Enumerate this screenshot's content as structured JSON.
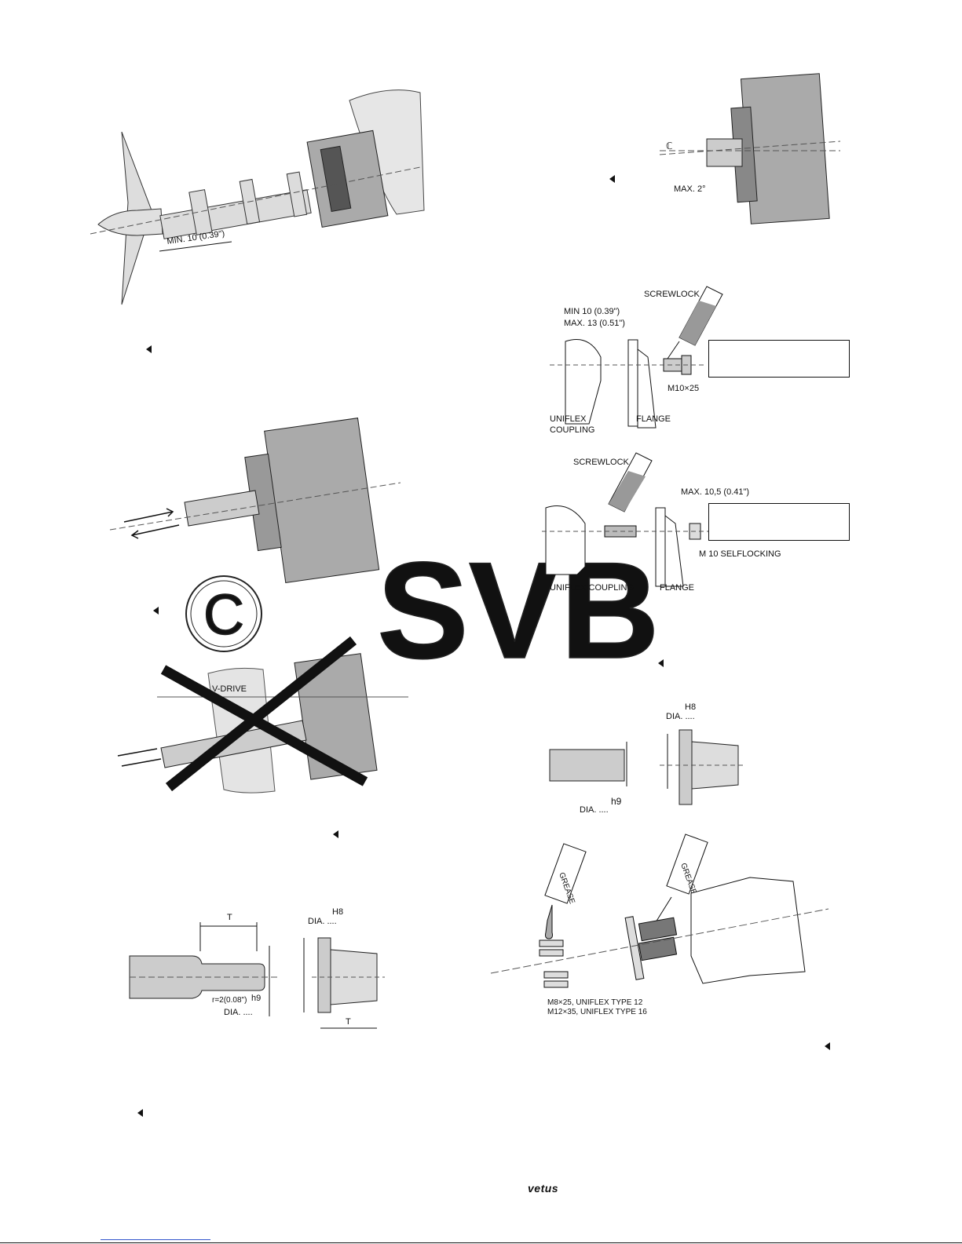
{
  "fig1": {
    "min_dim": "MIN. 10 (0.39\")"
  },
  "fig2": {
    "centerline": "ℂ",
    "angle": "MAX. 2°"
  },
  "fig3": {
    "screwlock": "SCREWLOCK",
    "min": "MIN 10 (0.39\")",
    "max": "MAX. 13 (0.51\")",
    "bolt": "M10×25",
    "coupling_line1": "UNIFLEX",
    "coupling_line2": "COUPLING",
    "flange": "FLANGE"
  },
  "fig4": {
    "screwlock": "SCREWLOCK",
    "max": "MAX. 10,5 (0.41\")",
    "nut": "M 10 SELFLOCKING",
    "coupling": "UNIFLEX COUPLING",
    "flange": "FLANGE"
  },
  "fig6": {
    "vdrive": "V-DRIVE"
  },
  "fig7": {
    "h8": "H8",
    "dia_top": "DIA. ....",
    "h9": "h9",
    "dia_bottom": "DIA. ...."
  },
  "fig8": {
    "grease1": "GREASE",
    "grease2": "GREASE",
    "bolt1": "M8×25, UNIFLEX TYPE 12",
    "bolt2": "M12×35, UNIFLEX TYPE 16"
  },
  "fig9": {
    "t_top": "T",
    "h8": "H8",
    "dia_top": "DIA. ....",
    "radius": "r=2(0.08\")",
    "h9": "h9",
    "dia_bottom": "DIA. ....",
    "t_bottom": "T"
  },
  "watermark": {
    "copyright": "©",
    "text": "SVB"
  },
  "footer": {
    "logo": "vetus"
  }
}
